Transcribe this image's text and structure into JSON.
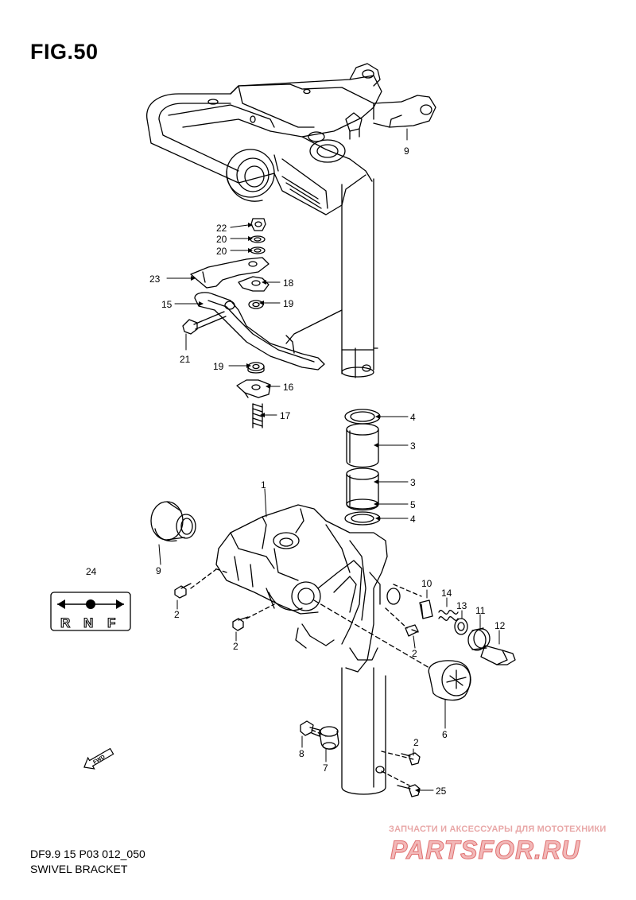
{
  "figure": {
    "title": "FIG.50",
    "model": "DF9.9 15 P03 012_050",
    "name": "SWIVEL BRACKET"
  },
  "callouts": [
    {
      "id": "c9a",
      "label": "9"
    },
    {
      "id": "c22",
      "label": "22"
    },
    {
      "id": "c20a",
      "label": "20"
    },
    {
      "id": "c20b",
      "label": "20"
    },
    {
      "id": "c23",
      "label": "23"
    },
    {
      "id": "c18",
      "label": "18"
    },
    {
      "id": "c15",
      "label": "15"
    },
    {
      "id": "c19a",
      "label": "19"
    },
    {
      "id": "c21",
      "label": "21"
    },
    {
      "id": "c19b",
      "label": "19"
    },
    {
      "id": "c16",
      "label": "16"
    },
    {
      "id": "c17",
      "label": "17"
    },
    {
      "id": "c4a",
      "label": "4"
    },
    {
      "id": "c3a",
      "label": "3"
    },
    {
      "id": "c3b",
      "label": "3"
    },
    {
      "id": "c1",
      "label": "1"
    },
    {
      "id": "c5",
      "label": "5"
    },
    {
      "id": "c4b",
      "label": "4"
    },
    {
      "id": "c9b",
      "label": "9"
    },
    {
      "id": "c24",
      "label": "24"
    },
    {
      "id": "c10",
      "label": "10"
    },
    {
      "id": "c14",
      "label": "14"
    },
    {
      "id": "c13",
      "label": "13"
    },
    {
      "id": "c11",
      "label": "11"
    },
    {
      "id": "c12",
      "label": "12"
    },
    {
      "id": "c2a",
      "label": "2"
    },
    {
      "id": "c2b",
      "label": "2"
    },
    {
      "id": "c2c",
      "label": "2"
    },
    {
      "id": "c6",
      "label": "6"
    },
    {
      "id": "c8",
      "label": "8"
    },
    {
      "id": "c7",
      "label": "7"
    },
    {
      "id": "c2d",
      "label": "2"
    },
    {
      "id": "c25",
      "label": "25"
    }
  ],
  "shift_plate": {
    "letters": [
      "R",
      "N",
      "F"
    ]
  },
  "fwd_label": "FWD",
  "watermark": {
    "text": "ЗАПЧАСТИ И АКСЕССУАРЫ ДЛЯ МОТОТЕХНИКИ",
    "logo": "PARTSFOR.RU"
  },
  "colors": {
    "line": "#000000",
    "watermark": "#e05a5a"
  }
}
